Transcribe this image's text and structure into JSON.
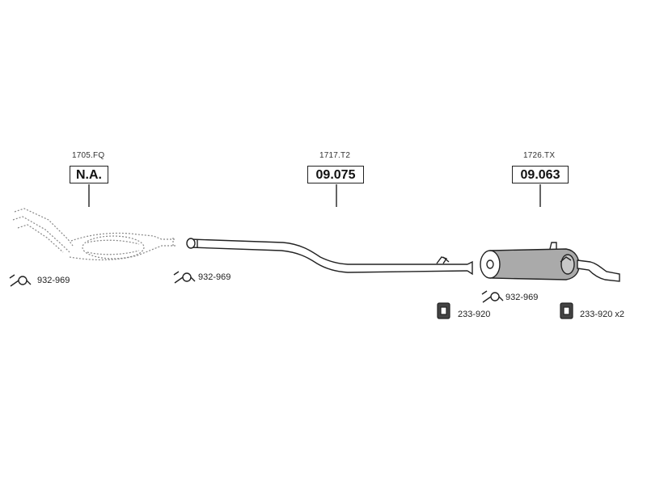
{
  "parts": [
    {
      "ref": "1705.FQ",
      "code": "N.A."
    },
    {
      "ref": "1717.T2",
      "code": "09.075"
    },
    {
      "ref": "1726.TX",
      "code": "09.063"
    }
  ],
  "accessories": [
    {
      "icon": "clamp-icon",
      "label": "932-969"
    },
    {
      "icon": "clamp-icon",
      "label": "932-969"
    },
    {
      "icon": "clamp-icon",
      "label": "932-969"
    },
    {
      "icon": "rubber-mount-icon",
      "label": "233-920"
    },
    {
      "icon": "rubber-mount-icon",
      "label": "233-920 x2"
    }
  ],
  "colors": {
    "line": "#222222",
    "part_fill": "#aaaaaa",
    "dotted": "#888888"
  }
}
